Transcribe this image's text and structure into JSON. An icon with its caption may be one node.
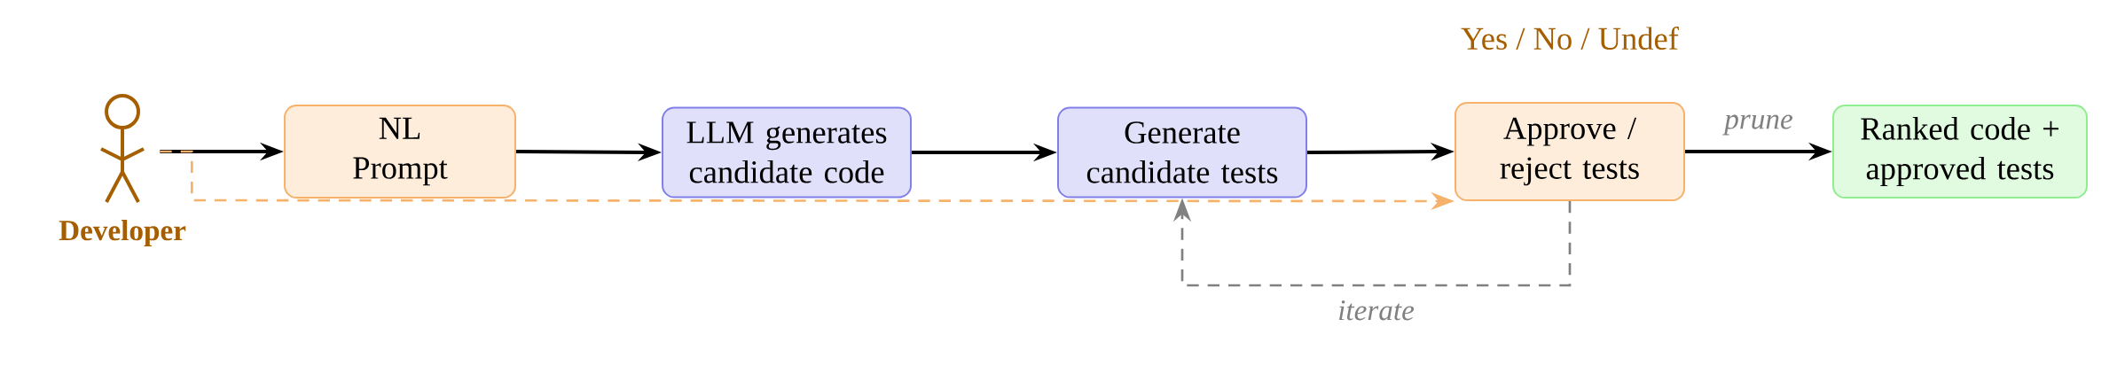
{
  "diagram": {
    "nodes": [
      {
        "text": [
          "Developer"
        ]
      },
      {
        "text": [
          "NL Prompt"
        ]
      },
      {
        "text": [
          "LLM generates candidate code"
        ]
      },
      {
        "text": [
          "Generate candidate tests"
        ]
      },
      {
        "text": [
          "Approve / reject tests"
        ],
        "beside": [
          "Yes / No / Undef"
        ]
      },
      {
        "text": [
          "Ranked code + approved tests"
        ]
      }
    ],
    "edges": [
      {
        "from": 0,
        "to": 1,
        "arrow": "to"
      },
      {
        "from": 1,
        "to": 2,
        "arrow": "to"
      },
      {
        "from": 2,
        "to": 3,
        "arrow": "to"
      },
      {
        "from": 3,
        "to": 4,
        "arrow": "to"
      },
      {
        "from": 4,
        "to": 5,
        "arrow": "to",
        "label": "prune"
      },
      {
        "from": 4,
        "to": 3,
        "arrow": "to",
        "label": "iterate",
        "style": "dashed",
        "color": "#808080"
      },
      {
        "from": 0,
        "to": 4,
        "arrow": "to",
        "style": "dashed",
        "color": "#f6b26b"
      }
    ]
  }
}
